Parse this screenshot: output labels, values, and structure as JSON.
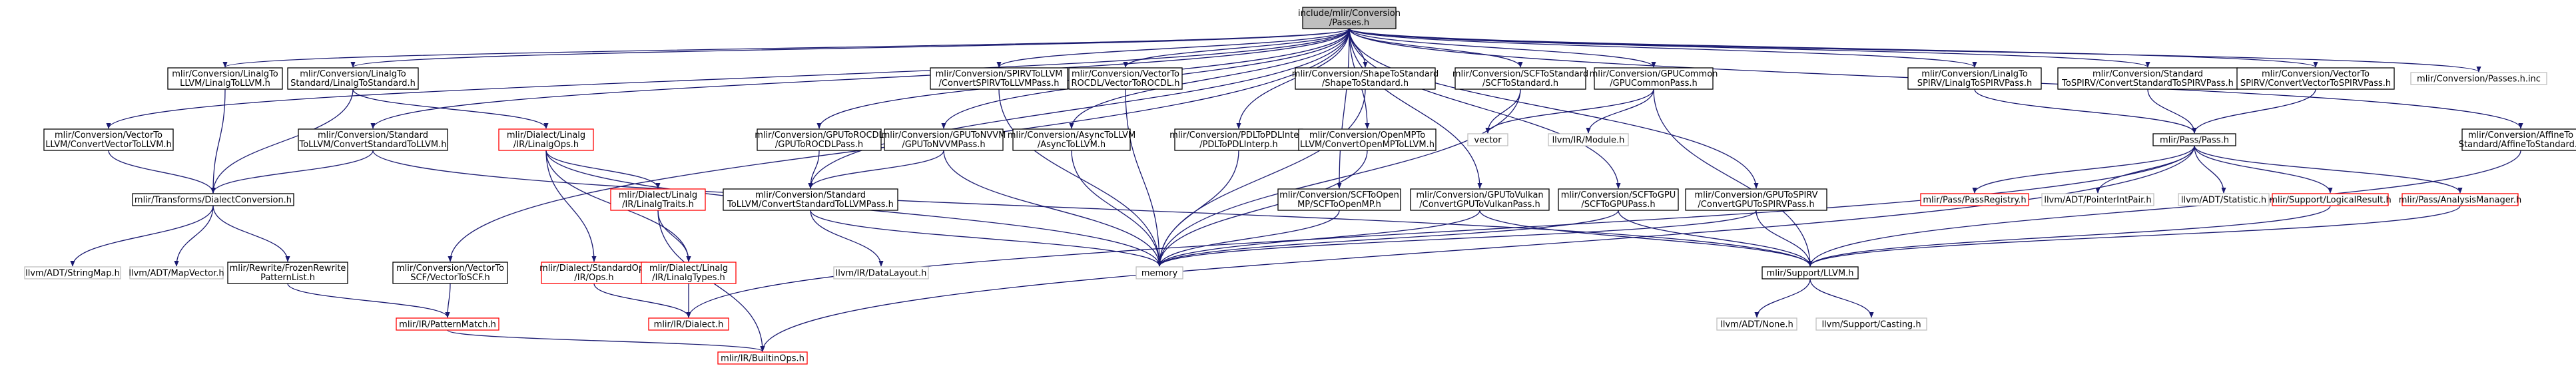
{
  "colors": {
    "edge": "#191970",
    "edge_alt": "#63b8ff",
    "border_default": "#000000",
    "border_red": "#ff0000",
    "border_gray": "#bfbfbf",
    "root_fill": "#bfbfbf",
    "text": "#000000"
  },
  "nodes": [
    {
      "id": "root",
      "lines": [
        "include/mlir/Conversion",
        "/Passes.h"
      ],
      "style": "root"
    },
    {
      "id": "linalgToLLVM",
      "lines": [
        "mlir/Conversion/LinalgTo",
        "LLVM/LinalgToLLVM.h"
      ],
      "style": "default"
    },
    {
      "id": "linalgToStd",
      "lines": [
        "mlir/Conversion/LinalgTo",
        "Standard/LinalgToStandard.h"
      ],
      "style": "default"
    },
    {
      "id": "spirvToLLVM",
      "lines": [
        "mlir/Conversion/SPIRVToLLVM",
        "/ConvertSPIRVToLLVMPass.h"
      ],
      "style": "default"
    },
    {
      "id": "vecToROCDL",
      "lines": [
        "mlir/Conversion/VectorTo",
        "ROCDL/VectorToROCDL.h"
      ],
      "style": "default"
    },
    {
      "id": "shapeToStd",
      "lines": [
        "mlir/Conversion/ShapeToStandard",
        "/ShapeToStandard.h"
      ],
      "style": "default"
    },
    {
      "id": "scfToStd",
      "lines": [
        "mlir/Conversion/SCFToStandard",
        "/SCFToStandard.h"
      ],
      "style": "default"
    },
    {
      "id": "gpuCommon",
      "lines": [
        "mlir/Conversion/GPUCommon",
        "/GPUCommonPass.h"
      ],
      "style": "default"
    },
    {
      "id": "linalgToSPIRV",
      "lines": [
        "mlir/Conversion/LinalgTo",
        "SPIRV/LinalgToSPIRVPass.h"
      ],
      "style": "default"
    },
    {
      "id": "stdToSPIRV",
      "lines": [
        "mlir/Conversion/Standard",
        "ToSPIRV/ConvertStandardToSPIRVPass.h"
      ],
      "style": "default"
    },
    {
      "id": "vecToSPIRV",
      "lines": [
        "mlir/Conversion/VectorTo",
        "SPIRV/ConvertVectorToSPIRVPass.h"
      ],
      "style": "default"
    },
    {
      "id": "passesInc",
      "lines": [
        "mlir/Conversion/Passes.h.inc"
      ],
      "style": "gray"
    },
    {
      "id": "vecToLLVM",
      "lines": [
        "mlir/Conversion/VectorTo",
        "LLVM/ConvertVectorToLLVM.h"
      ],
      "style": "default"
    },
    {
      "id": "stdToLLVM",
      "lines": [
        "mlir/Conversion/Standard",
        "ToLLVM/ConvertStandardToLLVM.h"
      ],
      "style": "default"
    },
    {
      "id": "linalgOps",
      "lines": [
        "mlir/Dialect/Linalg",
        "/IR/LinalgOps.h"
      ],
      "style": "red"
    },
    {
      "id": "gpuToROCDL",
      "lines": [
        "mlir/Conversion/GPUToROCDL",
        "/GPUToROCDLPass.h"
      ],
      "style": "default"
    },
    {
      "id": "gpuToNVVM",
      "lines": [
        "mlir/Conversion/GPUToNVVM",
        "/GPUToNVVMPass.h"
      ],
      "style": "default"
    },
    {
      "id": "asyncToLLVM",
      "lines": [
        "mlir/Conversion/AsyncToLLVM",
        "/AsyncToLLVM.h"
      ],
      "style": "default"
    },
    {
      "id": "pdlToPDLInterp",
      "lines": [
        "mlir/Conversion/PDLToPDLInterp",
        "/PDLToPDLInterp.h"
      ],
      "style": "default"
    },
    {
      "id": "openMPToLLVM",
      "lines": [
        "mlir/Conversion/OpenMPTo",
        "LLVM/ConvertOpenMPToLLVM.h"
      ],
      "style": "default"
    },
    {
      "id": "vector",
      "lines": [
        "vector"
      ],
      "style": "gray"
    },
    {
      "id": "llvmModule",
      "lines": [
        "llvm/IR/Module.h"
      ],
      "style": "gray"
    },
    {
      "id": "passPass",
      "lines": [
        "mlir/Pass/Pass.h"
      ],
      "style": "default"
    },
    {
      "id": "affineToStd",
      "lines": [
        "mlir/Conversion/AffineTo",
        "Standard/AffineToStandard.h"
      ],
      "style": "default"
    },
    {
      "id": "dialectConv",
      "lines": [
        "mlir/Transforms/DialectConversion.h"
      ],
      "style": "default"
    },
    {
      "id": "linalgTraits",
      "lines": [
        "mlir/Dialect/Linalg",
        "/IR/LinalgTraits.h"
      ],
      "style": "red"
    },
    {
      "id": "stdToLLVM2",
      "lines": [
        "mlir/Conversion/Standard",
        "ToLLVM/ConvertStandardToLLVMPass.h"
      ],
      "style": "default"
    },
    {
      "id": "scfToOpenMP",
      "lines": [
        "mlir/Conversion/SCFToOpen",
        "MP/SCFToOpenMP.h"
      ],
      "style": "default"
    },
    {
      "id": "gpuToVulkan",
      "lines": [
        "mlir/Conversion/GPUToVulkan",
        "/ConvertGPUToVulkanPass.h"
      ],
      "style": "default"
    },
    {
      "id": "scfToGPU",
      "lines": [
        "mlir/Conversion/SCFToGPU",
        "/SCFToGPUPass.h"
      ],
      "style": "default"
    },
    {
      "id": "gpuToSPIRV",
      "lines": [
        "mlir/Conversion/GPUToSPIRV",
        "/ConvertGPUToSPIRVPass.h"
      ],
      "style": "default"
    },
    {
      "id": "passRegistry",
      "lines": [
        "mlir/Pass/PassRegistry.h"
      ],
      "style": "red"
    },
    {
      "id": "pointerIntPair",
      "lines": [
        "llvm/ADT/PointerIntPair.h"
      ],
      "style": "gray"
    },
    {
      "id": "statistic",
      "lines": [
        "llvm/ADT/Statistic.h"
      ],
      "style": "gray"
    },
    {
      "id": "logicalResult",
      "lines": [
        "mlir/Support/LogicalResult.h"
      ],
      "style": "red"
    },
    {
      "id": "analysisMgr",
      "lines": [
        "mlir/Pass/AnalysisManager.h"
      ],
      "style": "red"
    },
    {
      "id": "stringMap",
      "lines": [
        "llvm/ADT/StringMap.h"
      ],
      "style": "gray"
    },
    {
      "id": "mapVector",
      "lines": [
        "llvm/ADT/MapVector.h"
      ],
      "style": "gray"
    },
    {
      "id": "frozenPattern",
      "lines": [
        "mlir/Rewrite/FrozenRewrite",
        "PatternList.h"
      ],
      "style": "default"
    },
    {
      "id": "vecToSCF",
      "lines": [
        "mlir/Conversion/VectorTo",
        "SCF/VectorToSCF.h"
      ],
      "style": "default"
    },
    {
      "id": "stdOps",
      "lines": [
        "mlir/Dialect/StandardOps",
        "/IR/Ops.h"
      ],
      "style": "red"
    },
    {
      "id": "linalgTypes",
      "lines": [
        "mlir/Dialect/Linalg",
        "/IR/LinalgTypes.h"
      ],
      "style": "red"
    },
    {
      "id": "dataLayout",
      "lines": [
        "llvm/IR/DataLayout.h"
      ],
      "style": "gray"
    },
    {
      "id": "memory",
      "lines": [
        "memory"
      ],
      "style": "gray"
    },
    {
      "id": "supportLLVM",
      "lines": [
        "mlir/Support/LLVM.h"
      ],
      "style": "default"
    },
    {
      "id": "patternMatch",
      "lines": [
        "mlir/IR/PatternMatch.h"
      ],
      "style": "red"
    },
    {
      "id": "irDialect",
      "lines": [
        "mlir/IR/Dialect.h"
      ],
      "style": "red"
    },
    {
      "id": "llvmNone",
      "lines": [
        "llvm/ADT/None.h"
      ],
      "style": "gray"
    },
    {
      "id": "llvmCasting",
      "lines": [
        "llvm/Support/Casting.h"
      ],
      "style": "gray"
    },
    {
      "id": "builtinOps",
      "lines": [
        "mlir/IR/BuiltinOps.h"
      ],
      "style": "red"
    }
  ],
  "edges": [
    [
      "root",
      "linalgToLLVM"
    ],
    [
      "root",
      "linalgToStd"
    ],
    [
      "root",
      "spirvToLLVM"
    ],
    [
      "root",
      "vecToROCDL"
    ],
    [
      "root",
      "shapeToStd"
    ],
    [
      "root",
      "scfToStd"
    ],
    [
      "root",
      "gpuCommon"
    ],
    [
      "root",
      "linalgToSPIRV"
    ],
    [
      "root",
      "stdToSPIRV"
    ],
    [
      "root",
      "vecToSPIRV"
    ],
    [
      "root",
      "passesInc"
    ],
    [
      "root",
      "vecToLLVM"
    ],
    [
      "root",
      "stdToLLVM"
    ],
    [
      "root",
      "gpuToROCDL"
    ],
    [
      "root",
      "gpuToNVVM"
    ],
    [
      "root",
      "asyncToLLVM"
    ],
    [
      "root",
      "pdlToPDLInterp"
    ],
    [
      "root",
      "openMPToLLVM"
    ],
    [
      "root",
      "affineToStd"
    ],
    [
      "root",
      "stdToLLVM2"
    ],
    [
      "root",
      "scfToOpenMP"
    ],
    [
      "root",
      "gpuToVulkan"
    ],
    [
      "root",
      "scfToGPU"
    ],
    [
      "root",
      "gpuToSPIRV"
    ],
    [
      "root",
      "vecToSCF"
    ],
    [
      "linalgToLLVM",
      "dialectConv"
    ],
    [
      "linalgToStd",
      "dialectConv"
    ],
    [
      "linalgToStd",
      "linalgOps"
    ],
    [
      "vecToLLVM",
      "dialectConv"
    ],
    [
      "stdToLLVM",
      "dialectConv"
    ],
    [
      "stdToLLVM",
      "supportLLVM"
    ],
    [
      "linalgOps",
      "linalgTraits"
    ],
    [
      "linalgOps",
      "linalgTypes"
    ],
    [
      "linalgOps",
      "stdOps"
    ],
    [
      "linalgOps",
      "memory"
    ],
    [
      "linalgTraits",
      "linalgTypes"
    ],
    [
      "linalgTraits",
      "builtinOps"
    ],
    [
      "gpuToROCDL",
      "stdToLLVM2"
    ],
    [
      "gpuToNVVM",
      "stdToLLVM2"
    ],
    [
      "gpuToNVVM",
      "memory"
    ],
    [
      "asyncToLLVM",
      "memory"
    ],
    [
      "pdlToPDLInterp",
      "memory"
    ],
    [
      "openMPToLLVM",
      "memory"
    ],
    [
      "spirvToLLVM",
      "memory"
    ],
    [
      "vecToROCDL",
      "memory"
    ],
    [
      "shapeToStd",
      "memory"
    ],
    [
      "scfToStd",
      "vector"
    ],
    [
      "scfToStd",
      "memory"
    ],
    [
      "gpuCommon",
      "vector"
    ],
    [
      "gpuCommon",
      "llvmModule"
    ],
    [
      "gpuCommon",
      "supportLLVM"
    ],
    [
      "linalgToSPIRV",
      "passPass"
    ],
    [
      "stdToSPIRV",
      "passPass"
    ],
    [
      "vecToSPIRV",
      "passPass"
    ],
    [
      "passPass",
      "passRegistry"
    ],
    [
      "passPass",
      "pointerIntPair"
    ],
    [
      "passPass",
      "statistic"
    ],
    [
      "passPass",
      "logicalResult"
    ],
    [
      "passPass",
      "analysisMgr"
    ],
    [
      "passPass",
      "irDialect"
    ],
    [
      "passPass",
      "builtinOps"
    ],
    [
      "logicalResult",
      "supportLLVM"
    ],
    [
      "analysisMgr",
      "supportLLVM"
    ],
    [
      "affineToStd",
      "supportLLVM"
    ],
    [
      "dialectConv",
      "stringMap"
    ],
    [
      "dialectConv",
      "mapVector"
    ],
    [
      "dialectConv",
      "frozenPattern"
    ],
    [
      "frozenPattern",
      "patternMatch"
    ],
    [
      "patternMatch",
      "builtinOps"
    ],
    [
      "vecToSCF",
      "patternMatch"
    ],
    [
      "stdToLLVM2",
      "memory"
    ],
    [
      "stdToLLVM2",
      "dataLayout"
    ],
    [
      "scfToOpenMP",
      "memory"
    ],
    [
      "gpuToVulkan",
      "memory"
    ],
    [
      "gpuToVulkan",
      "supportLLVM"
    ],
    [
      "scfToGPU",
      "memory"
    ],
    [
      "scfToGPU",
      "supportLLVM"
    ],
    [
      "gpuToSPIRV",
      "memory"
    ],
    [
      "gpuToSPIRV",
      "supportLLVM"
    ],
    [
      "stdOps",
      "irDialect"
    ],
    [
      "linalgTypes",
      "irDialect"
    ],
    [
      "supportLLVM",
      "llvmNone"
    ],
    [
      "supportLLVM",
      "llvmCasting"
    ]
  ]
}
